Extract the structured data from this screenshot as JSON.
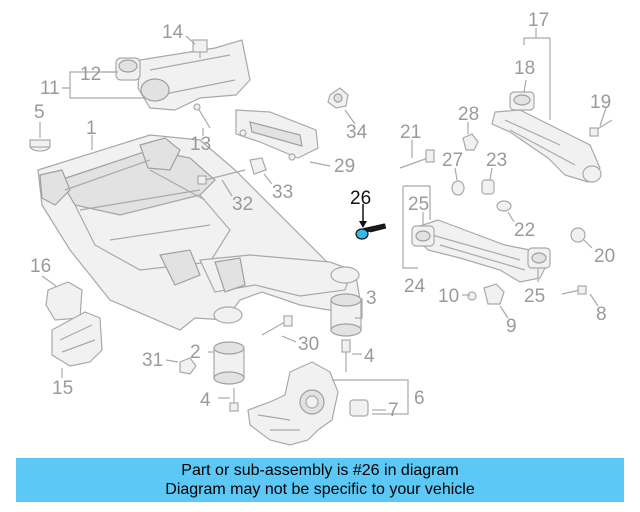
{
  "diagram": {
    "highlighted_part": "26",
    "callouts": [
      "1",
      "2",
      "3",
      "4",
      "4",
      "5",
      "6",
      "7",
      "8",
      "9",
      "10",
      "11",
      "12",
      "13",
      "14",
      "15",
      "16",
      "17",
      "18",
      "19",
      "20",
      "21",
      "22",
      "23",
      "24",
      "25",
      "25",
      "26",
      "27",
      "28",
      "29",
      "30",
      "31",
      "32",
      "33",
      "34"
    ]
  },
  "banner": {
    "line1": "Part or sub-assembly is #26 in diagram",
    "line2": "Diagram may not be specific to your vehicle",
    "color": "#5bc8f5"
  }
}
